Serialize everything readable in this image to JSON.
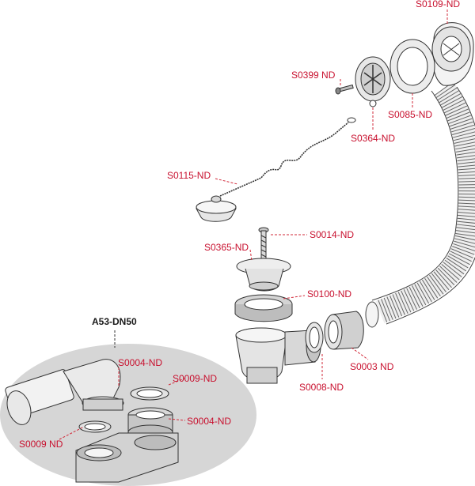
{
  "colors": {
    "label_red": "#c8102e",
    "leader_red": "#d22a3a",
    "ink": "#2b2b2b",
    "kit_background": "#d6d6d6"
  },
  "kit": {
    "title": "A53-DN50"
  },
  "parts": [
    {
      "id": "s0109",
      "code": "S0109-ND"
    },
    {
      "id": "s0399",
      "code": "S0399 ND"
    },
    {
      "id": "s0085",
      "code": "S0085-ND"
    },
    {
      "id": "s0364",
      "code": "S0364-ND"
    },
    {
      "id": "s0115",
      "code": "S0115-ND"
    },
    {
      "id": "s0014",
      "code": "S0014-ND"
    },
    {
      "id": "s0365",
      "code": "S0365-ND"
    },
    {
      "id": "s0100",
      "code": "S0100-ND"
    },
    {
      "id": "s0003",
      "code": "S0003 ND"
    },
    {
      "id": "s0008",
      "code": "S0008-ND"
    },
    {
      "id": "s0004a",
      "code": "S0004-ND"
    },
    {
      "id": "s0009a",
      "code": "S0009-ND"
    },
    {
      "id": "s0004b",
      "code": "S0004-ND"
    },
    {
      "id": "s0009b",
      "code": "S0009 ND"
    }
  ]
}
